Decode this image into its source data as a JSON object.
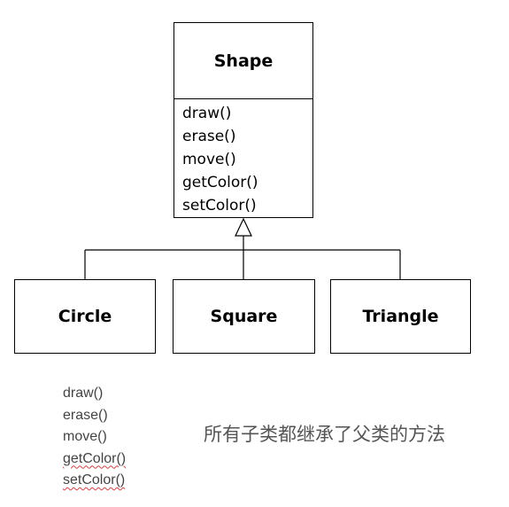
{
  "parent": {
    "name": "Shape",
    "methods": [
      "draw()",
      "erase()",
      "move()",
      "getColor()",
      "setColor()"
    ]
  },
  "children": [
    "Circle",
    "Square",
    "Triangle"
  ],
  "inherited_list": [
    "draw()",
    "erase()",
    "move()",
    "getColor()",
    "setColor()"
  ],
  "note": "所有子类都继承了父类的方法",
  "colors": {
    "line": "#000000",
    "list_text": "#444444",
    "note_text": "#555555",
    "spellcheck_underline": "#d04040"
  }
}
